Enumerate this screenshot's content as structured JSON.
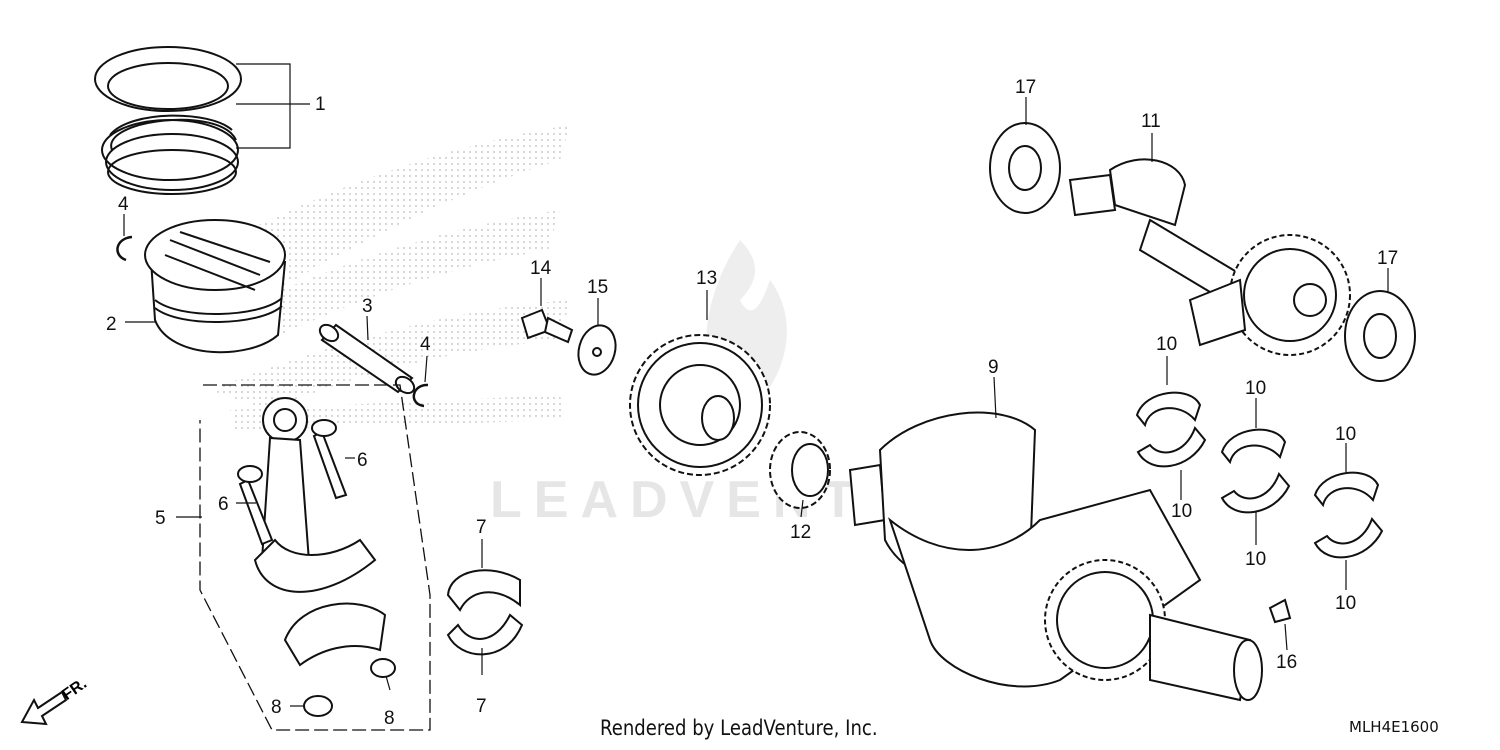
{
  "watermark": {
    "text": "LEADVENTURE"
  },
  "callouts": [
    "1",
    "2",
    "3",
    "4",
    "4",
    "5",
    "6",
    "6",
    "7",
    "7",
    "8",
    "8",
    "9",
    "10",
    "10",
    "10",
    "10",
    "10",
    "10",
    "11",
    "12",
    "13",
    "14",
    "15",
    "16",
    "17",
    "17"
  ],
  "direction_label": "FR.",
  "footer": {
    "credit": "Rendered by LeadVenture, Inc.",
    "drawing_id": "MLH4E1600"
  }
}
